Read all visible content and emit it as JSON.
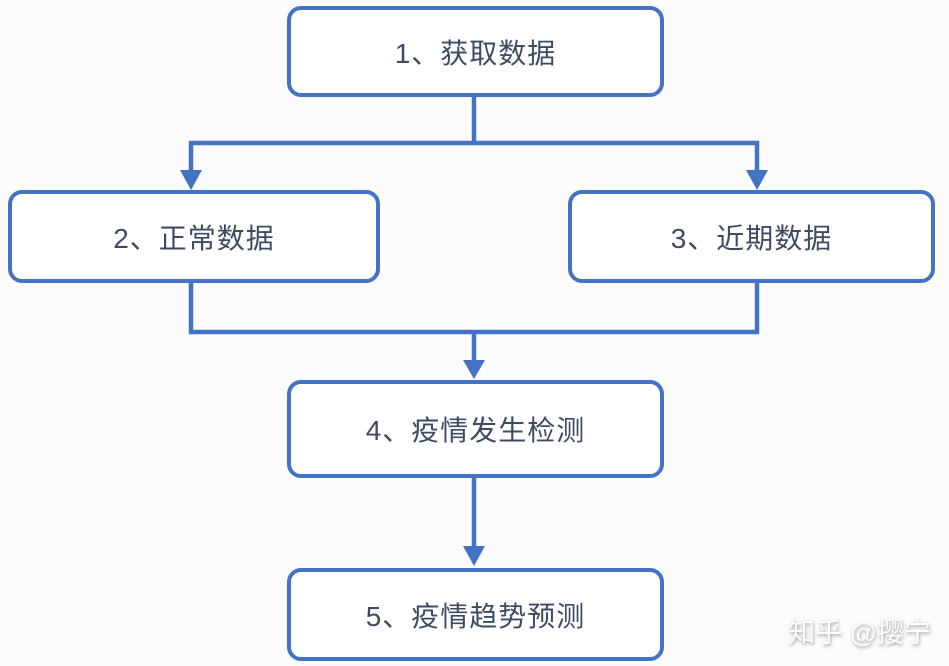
{
  "diagram": {
    "type": "flowchart",
    "colors": {
      "accent": "#4472C4",
      "text": "#3d4c63",
      "background": "#fcfcfc",
      "node_fill": "#ffffff"
    },
    "nodes": [
      {
        "id": "step1",
        "label": "1、获取数据"
      },
      {
        "id": "step2",
        "label": "2、正常数据"
      },
      {
        "id": "step3",
        "label": "3、近期数据"
      },
      {
        "id": "step4",
        "label": "4、疫情发生检测"
      },
      {
        "id": "step5",
        "label": "5、疫情趋势预测"
      }
    ],
    "edges": [
      {
        "from": "step1",
        "to": "step2"
      },
      {
        "from": "step1",
        "to": "step3"
      },
      {
        "from": "step2",
        "to": "step4"
      },
      {
        "from": "step3",
        "to": "step4"
      },
      {
        "from": "step4",
        "to": "step5"
      }
    ]
  },
  "watermark": {
    "text": "知乎 @撄宁"
  }
}
